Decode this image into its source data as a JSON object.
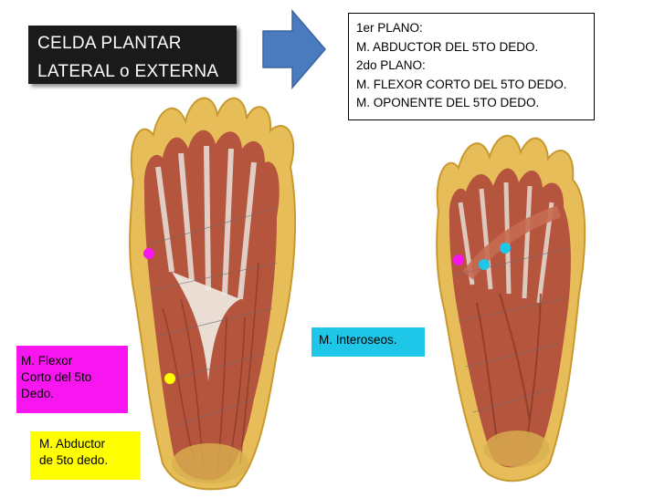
{
  "title": {
    "line1": "CELDA PLANTAR",
    "line2": "LATERAL o EXTERNA"
  },
  "info": {
    "lines": [
      "1er PLANO:",
      "M. ABDUCTOR DEL 5TO DEDO.",
      "2do PLANO:",
      "M. FLEXOR CORTO DEL 5TO DEDO.",
      "M. OPONENTE DEL 5TO DEDO."
    ]
  },
  "labels": {
    "interoseos": "M. Interoseos.",
    "flexor": [
      "M. Flexor",
      "Corto del 5to",
      "Dedo."
    ],
    "abductor": [
      "M. Abductor",
      "de 5to dedo."
    ]
  },
  "colors": {
    "arrow": "#4a7bbf",
    "magenta": "#f715f0",
    "cyan": "#1ec6e8",
    "yellow": "#ffff00",
    "muscle": "#b5553e",
    "fat": "#e9c25a",
    "tendon": "#e8e4dc"
  },
  "icons": {
    "arrow": "right-arrow-icon"
  }
}
